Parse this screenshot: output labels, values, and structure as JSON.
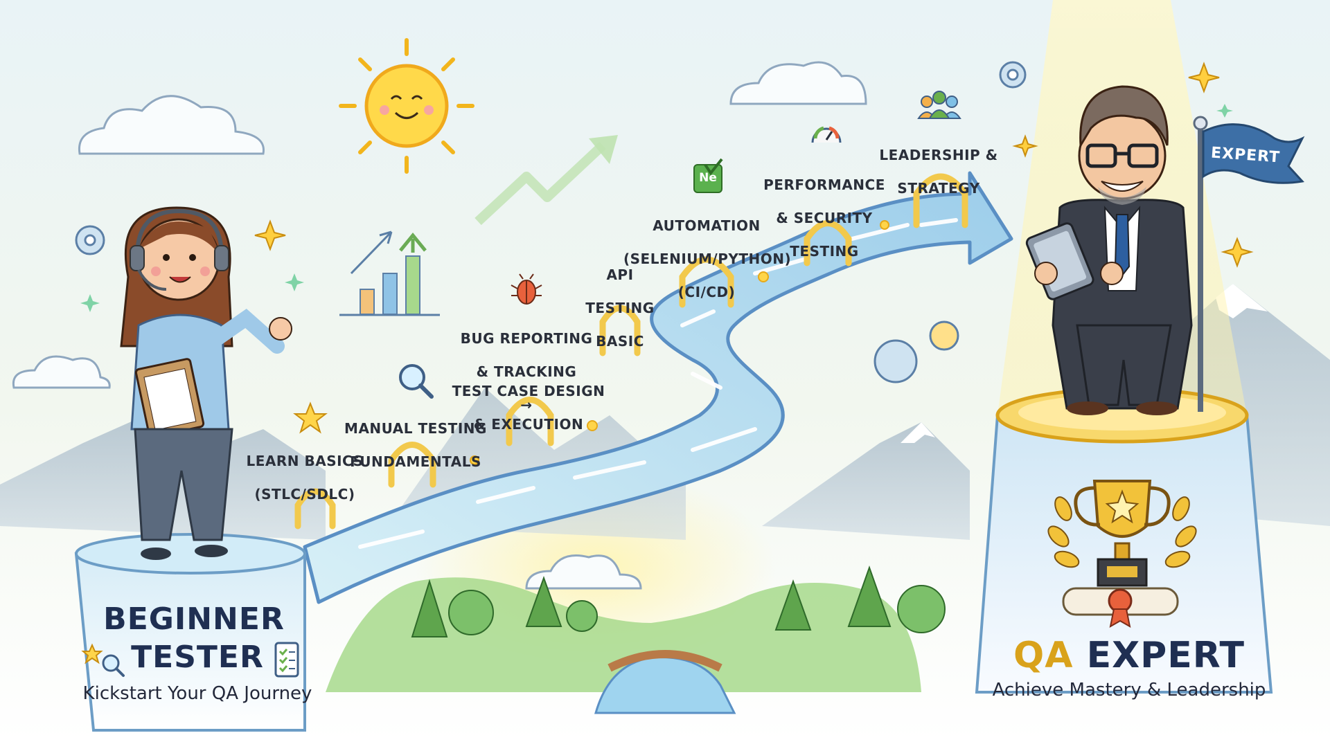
{
  "milestones": [
    {
      "id": "learn-basics",
      "lines": [
        "LEARN BASICS",
        "(STLC/SDLC)"
      ]
    },
    {
      "id": "manual-testing",
      "lines": [
        "MANUAL TESTING",
        "FUNDAMENTALS"
      ]
    },
    {
      "id": "test-case-design",
      "lines": [
        "TEST CASE DESIGN",
        "& EXECUTION"
      ]
    },
    {
      "id": "bug-reporting",
      "lines": [
        "BUG REPORTING",
        "& TRACKING",
        "→"
      ]
    },
    {
      "id": "api-testing",
      "lines": [
        "API",
        "TESTING",
        "BASIC"
      ]
    },
    {
      "id": "automation",
      "lines": [
        "AUTOMATION",
        "(SELENIUM/PYTHON)",
        "(CI/CD)"
      ]
    },
    {
      "id": "performance",
      "lines": [
        "PERFORMANCE",
        "& SECURITY",
        "TESTING"
      ]
    },
    {
      "id": "leadership",
      "lines": [
        "LEADERSHIP &",
        "STRATEGY"
      ]
    }
  ],
  "start": {
    "title_line1": "BEGINNER",
    "title_line2": "TESTER",
    "subtitle": "Kickstart Your QA Journey"
  },
  "end": {
    "title_qa": "QA",
    "title_expert": "EXPERT",
    "subtitle": "Achieve Mastery & Leadership",
    "flag_text": "EXPERT"
  },
  "automation_badge": "Ne",
  "colors": {
    "title_navy": "#1f2f52",
    "gold": "#d9a21b",
    "path_blue": "#a9d6f0",
    "path_edge": "#5a8fc4",
    "arch_gold": "#f2c94c"
  },
  "icons": [
    "sun-icon",
    "growth-chart-icon",
    "trend-arrow-icon",
    "star-icon",
    "magnifier-icon",
    "bug-icon",
    "selenium-badge-icon",
    "speedometer-icon",
    "team-icon",
    "gear-icon",
    "trophy-icon",
    "laurel-icon",
    "diploma-icon",
    "flag-icon",
    "headset-icon",
    "clipboard-icon",
    "tablet-icon"
  ]
}
